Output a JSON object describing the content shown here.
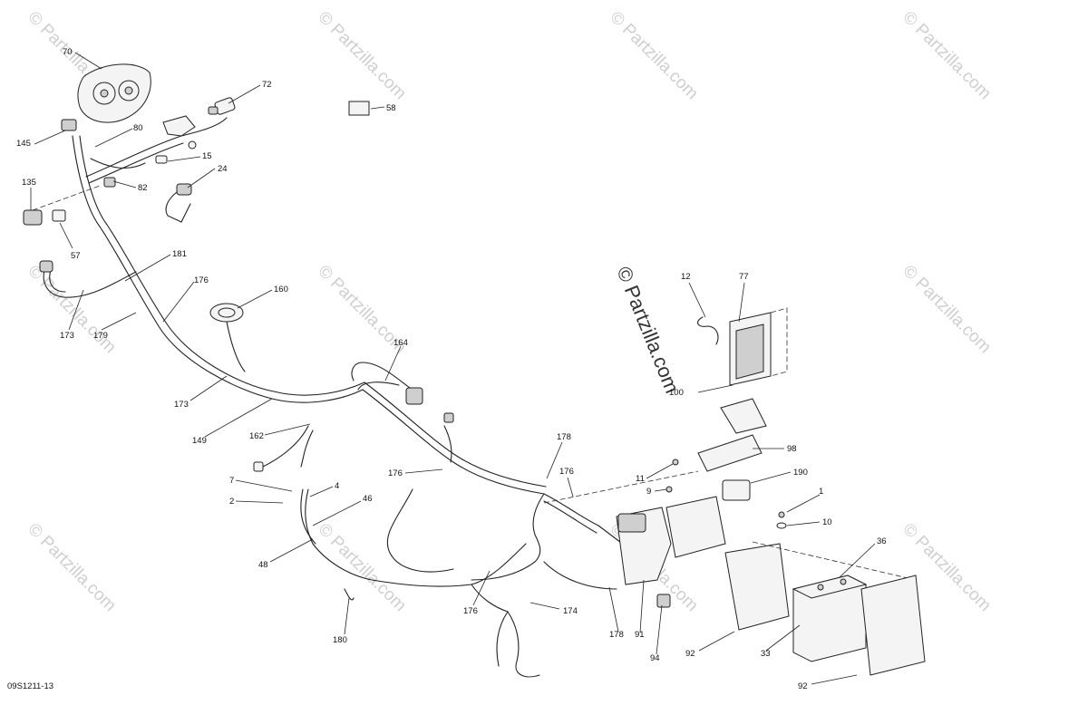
{
  "diagram": {
    "figure_code": "09S1211-13",
    "watermark_text": "© Partzilla.com",
    "callouts": {
      "c70": "70",
      "c72": "72",
      "c58": "58",
      "c80": "80",
      "c145": "145",
      "c15": "15",
      "c24": "24",
      "c82": "82",
      "c135": "135",
      "c57": "57",
      "c181": "181",
      "c176a": "176",
      "c160": "160",
      "c173a": "173",
      "c179": "179",
      "c164": "164",
      "c173b": "173",
      "c149": "149",
      "c162": "162",
      "c12": "12",
      "c77": "77",
      "c100": "100",
      "c178a": "178",
      "c98": "98",
      "c176b": "176",
      "c176c": "176",
      "c11": "11",
      "c190": "190",
      "c9": "9",
      "c7": "7",
      "c4": "4",
      "c2": "2",
      "c46": "46",
      "c1": "1",
      "c10": "10",
      "c48": "48",
      "c36": "36",
      "c176d": "176",
      "c174": "174",
      "c180": "180",
      "c178b": "178",
      "c91": "91",
      "c92a": "92",
      "c33": "33",
      "c94": "94",
      "c92b": "92"
    }
  }
}
